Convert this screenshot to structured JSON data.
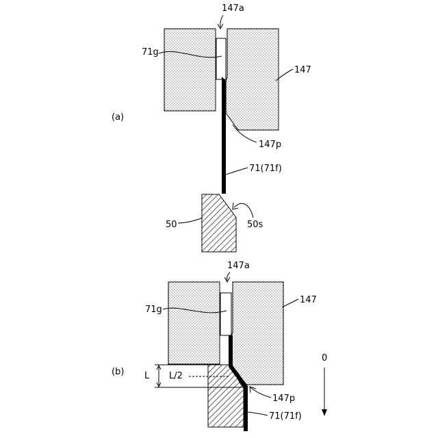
{
  "figure_a": {
    "panel": "(a)",
    "labels": {
      "gap": "147a",
      "strip_upper": "71g",
      "die": "147",
      "die_slope": "147p",
      "strip": "71(71f)",
      "punch": "50",
      "punch_slope": "50s"
    }
  },
  "figure_b": {
    "panel": "(b)",
    "labels": {
      "gap": "147a",
      "strip_upper": "71g",
      "die": "147",
      "die_slope": "147p",
      "strip": "71(71f)",
      "stroke_length": "L",
      "half_stroke": "L/2",
      "motion_origin": "0"
    }
  },
  "colors": {
    "line": "#000000",
    "background": "#ffffff"
  }
}
